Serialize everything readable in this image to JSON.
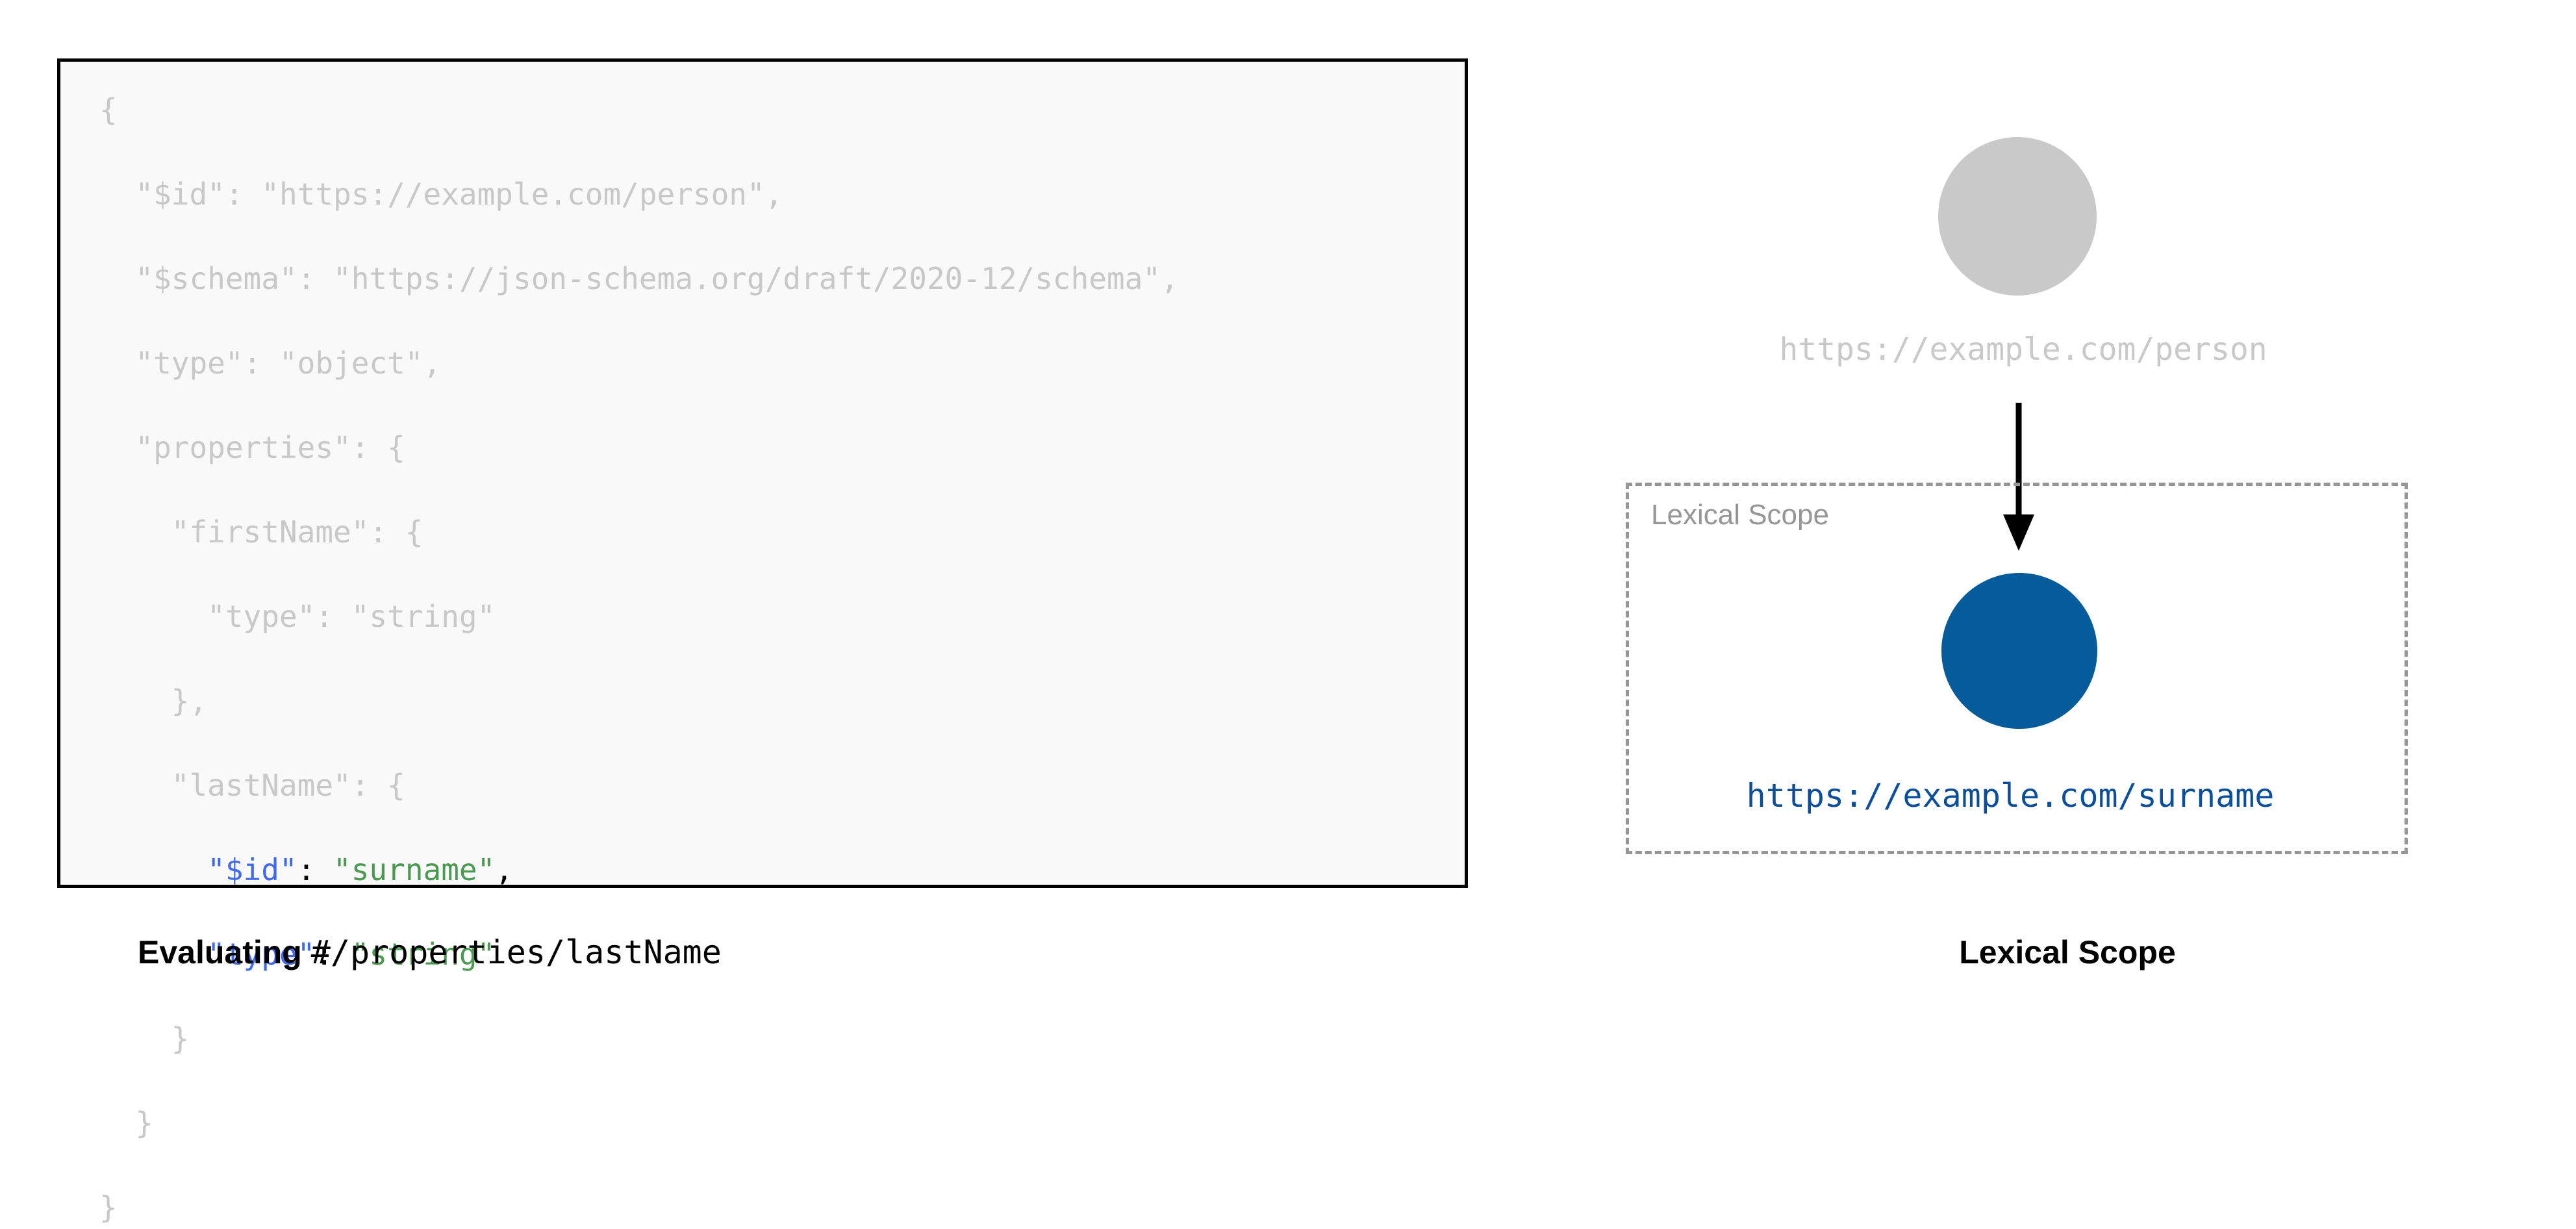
{
  "code_panel": {
    "lines": [
      {
        "indent": 0,
        "parts": [
          {
            "text": "{",
            "style": "dim"
          }
        ]
      },
      {
        "indent": 1,
        "parts": [
          {
            "text": "\"$id\": \"https://example.com/person\",",
            "style": "dim"
          }
        ]
      },
      {
        "indent": 1,
        "parts": [
          {
            "text": "\"$schema\": \"https://json-schema.org/draft/2020-12/schema\",",
            "style": "dim"
          }
        ]
      },
      {
        "indent": 1,
        "parts": [
          {
            "text": "\"type\": \"object\",",
            "style": "dim"
          }
        ]
      },
      {
        "indent": 1,
        "parts": [
          {
            "text": "\"properties\": {",
            "style": "dim"
          }
        ]
      },
      {
        "indent": 2,
        "parts": [
          {
            "text": "\"firstName\": {",
            "style": "dim"
          }
        ]
      },
      {
        "indent": 3,
        "parts": [
          {
            "text": "\"type\": \"string\"",
            "style": "dim"
          }
        ]
      },
      {
        "indent": 2,
        "parts": [
          {
            "text": "},",
            "style": "dim"
          }
        ]
      },
      {
        "indent": 2,
        "parts": [
          {
            "text": "\"lastName\": {",
            "style": "dim"
          }
        ]
      },
      {
        "indent": 3,
        "parts": [
          {
            "text": "\"$id\"",
            "style": "key"
          },
          {
            "text": ": ",
            "style": "punct"
          },
          {
            "text": "\"surname\"",
            "style": "string"
          },
          {
            "text": ",",
            "style": "punct"
          }
        ]
      },
      {
        "indent": 3,
        "parts": [
          {
            "text": "\"type\"",
            "style": "key"
          },
          {
            "text": ": ",
            "style": "punct"
          },
          {
            "text": "\"string\"",
            "style": "string"
          }
        ]
      },
      {
        "indent": 2,
        "parts": [
          {
            "text": "}",
            "style": "dim"
          }
        ]
      },
      {
        "indent": 1,
        "parts": [
          {
            "text": "}",
            "style": "dim"
          }
        ]
      },
      {
        "indent": 0,
        "parts": [
          {
            "text": "}",
            "style": "dim"
          }
        ]
      }
    ],
    "colors": {
      "background": "#f9f9f9",
      "border": "#000000",
      "dim_text": "#c8c8c8",
      "key_text": "#4169f0",
      "string_text": "#4a9a52",
      "punct_text": "#000000"
    }
  },
  "caption_left": {
    "bold_text": "Evaluating ",
    "mono_text": "#/properties/lastName"
  },
  "diagram": {
    "outer_node": {
      "label": "https://example.com/person",
      "circle_color": "#c9c9c9",
      "label_color": "#c9c9c9"
    },
    "arrow": {
      "color": "#000000"
    },
    "scope_box": {
      "label": "Lexical Scope",
      "border_color": "#969696",
      "border_style": "dashed"
    },
    "inner_node": {
      "label": "https://example.com/surname",
      "circle_color": "#065b9a",
      "label_color": "#0b4f9c"
    }
  },
  "caption_right": {
    "text": "Lexical Scope"
  }
}
